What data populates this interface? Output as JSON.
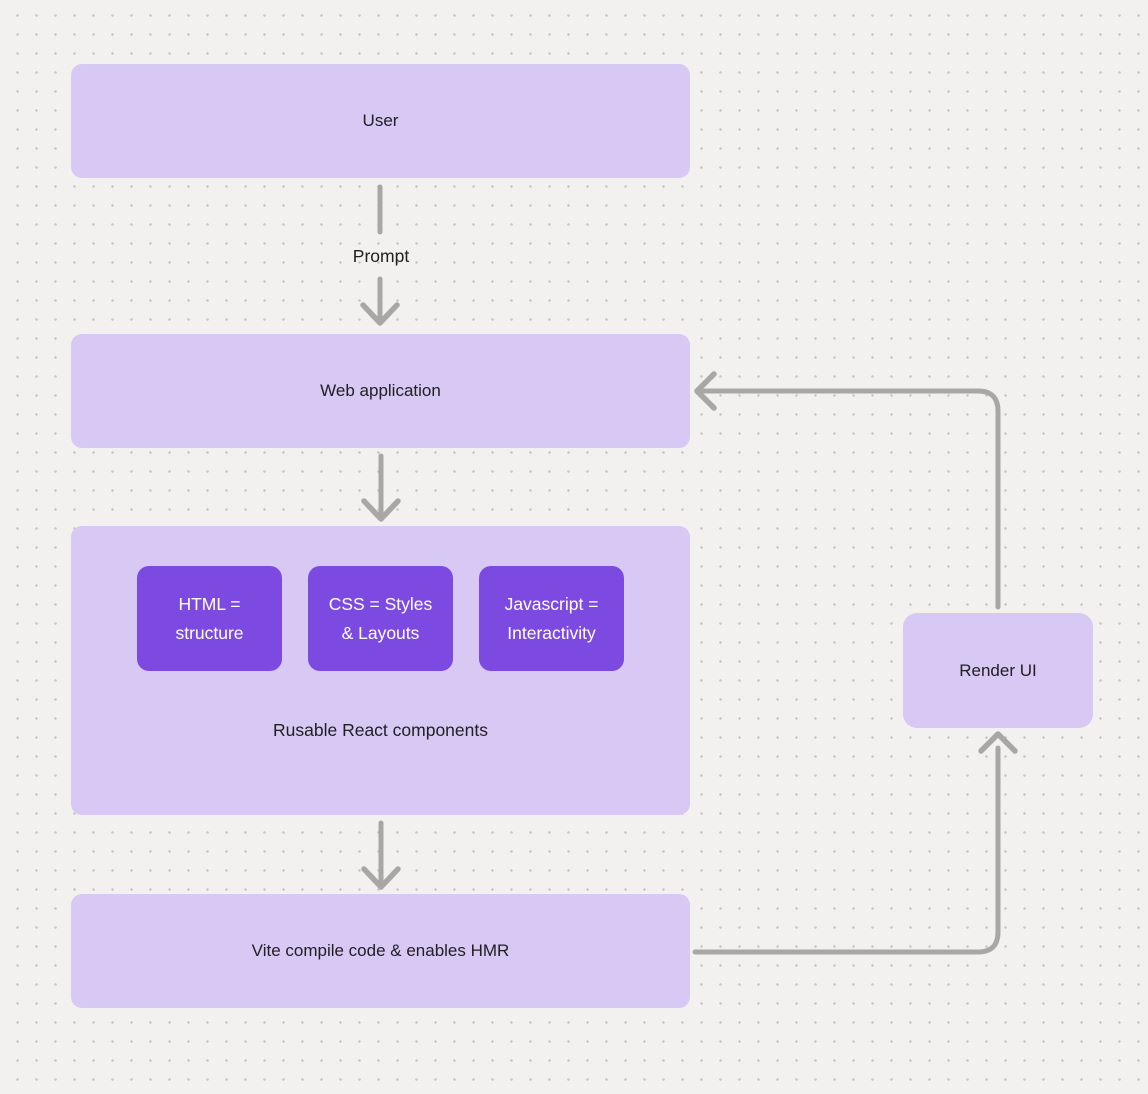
{
  "diagram": {
    "nodes": {
      "user": {
        "label": "User"
      },
      "web_application": {
        "label": "Web application"
      },
      "components_group": {
        "label": "Rusable React components",
        "children": [
          {
            "label": "HTML = structure"
          },
          {
            "label": "CSS = Styles & Layouts"
          },
          {
            "label": "Javascript = Interactivity"
          }
        ]
      },
      "vite": {
        "label": "Vite compile code & enables HMR"
      },
      "render_ui": {
        "label": "Render UI"
      }
    },
    "edges": [
      {
        "from": "user",
        "to": "web_application",
        "label": "Prompt"
      },
      {
        "from": "web_application",
        "to": "components_group",
        "label": ""
      },
      {
        "from": "components_group",
        "to": "vite",
        "label": ""
      },
      {
        "from": "vite",
        "to": "render_ui",
        "label": ""
      },
      {
        "from": "render_ui",
        "to": "web_application",
        "label": ""
      }
    ],
    "colors": {
      "background": "#f2f1ef",
      "dot": "#c8c6c3",
      "node_fill": "#d7c9f4",
      "node_text": "#202022",
      "child_fill": "#7c4ae1",
      "child_text": "#ffffff",
      "arrow": "#a9a7a5"
    }
  }
}
